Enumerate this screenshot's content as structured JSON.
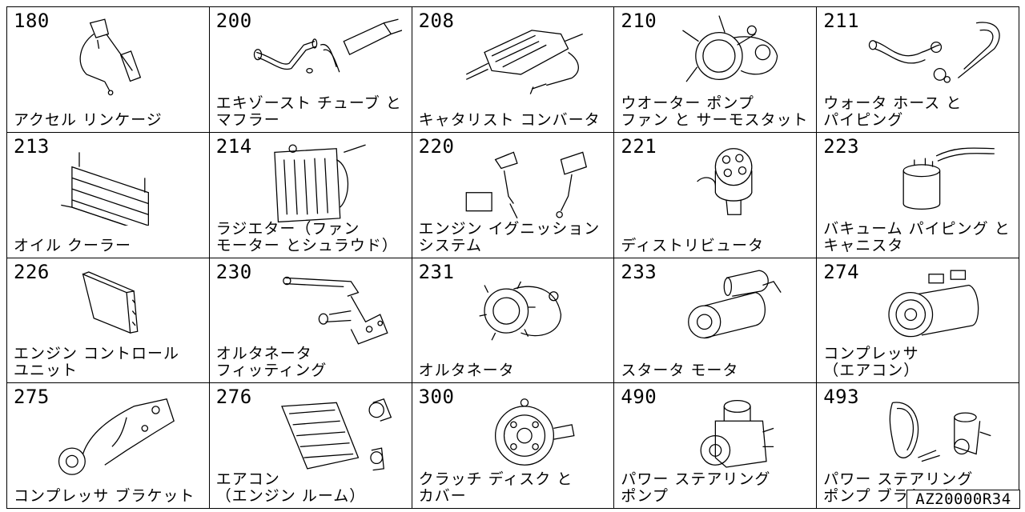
{
  "catalog": {
    "code": "AZ20000R34",
    "cells": [
      {
        "num": "180",
        "lines": [
          "アクセル リンケージ"
        ],
        "icon": "accelerator-linkage-icon"
      },
      {
        "num": "200",
        "lines": [
          "エキゾースト チューブ と",
          "マフラー"
        ],
        "icon": "exhaust-muffler-icon"
      },
      {
        "num": "208",
        "lines": [
          "キャタリスト コンバータ"
        ],
        "icon": "catalytic-converter-icon"
      },
      {
        "num": "210",
        "lines": [
          "ウオーター ポンプ",
          "ファン と サーモスタット"
        ],
        "icon": "water-pump-icon"
      },
      {
        "num": "211",
        "lines": [
          "ウォータ ホース と",
          "パイピング"
        ],
        "icon": "water-hose-icon"
      },
      {
        "num": "213",
        "lines": [
          "オイル クーラー"
        ],
        "icon": "oil-cooler-icon"
      },
      {
        "num": "214",
        "lines": [
          "ラジエター（ファン",
          "モーター とシュラウド）"
        ],
        "icon": "radiator-icon"
      },
      {
        "num": "220",
        "lines": [
          "エンジン イグニッション",
          "システム"
        ],
        "icon": "ignition-system-icon"
      },
      {
        "num": "221",
        "lines": [
          "ディストリビュータ"
        ],
        "icon": "distributor-icon"
      },
      {
        "num": "223",
        "lines": [
          "バキューム パイピング と",
          "キャニスタ"
        ],
        "icon": "vacuum-canister-icon"
      },
      {
        "num": "226",
        "lines": [
          "エンジン コントロール",
          "ユニット"
        ],
        "icon": "ecu-icon"
      },
      {
        "num": "230",
        "lines": [
          "オルタネータ",
          "フィッティング"
        ],
        "icon": "alternator-bracket-icon"
      },
      {
        "num": "231",
        "lines": [
          "オルタネータ"
        ],
        "icon": "alternator-icon"
      },
      {
        "num": "233",
        "lines": [
          "スタータ モータ"
        ],
        "icon": "starter-motor-icon"
      },
      {
        "num": "274",
        "lines": [
          "コンプレッサ",
          "（エアコン）"
        ],
        "icon": "ac-compressor-icon"
      },
      {
        "num": "275",
        "lines": [
          "コンプレッサ ブラケット"
        ],
        "icon": "compressor-bracket-icon"
      },
      {
        "num": "276",
        "lines": [
          "エアコン",
          "（エンジン ルーム）"
        ],
        "icon": "ac-condenser-icon"
      },
      {
        "num": "300",
        "lines": [
          "クラッチ ディスク と",
          "カバー"
        ],
        "icon": "clutch-disc-icon"
      },
      {
        "num": "490",
        "lines": [
          "パワー ステアリング",
          "ポンプ"
        ],
        "icon": "power-steering-pump-icon"
      },
      {
        "num": "493",
        "lines": [
          "パワー ステアリング",
          "ポンプ ブラケット"
        ],
        "icon": "pump-bracket-icon"
      }
    ]
  }
}
